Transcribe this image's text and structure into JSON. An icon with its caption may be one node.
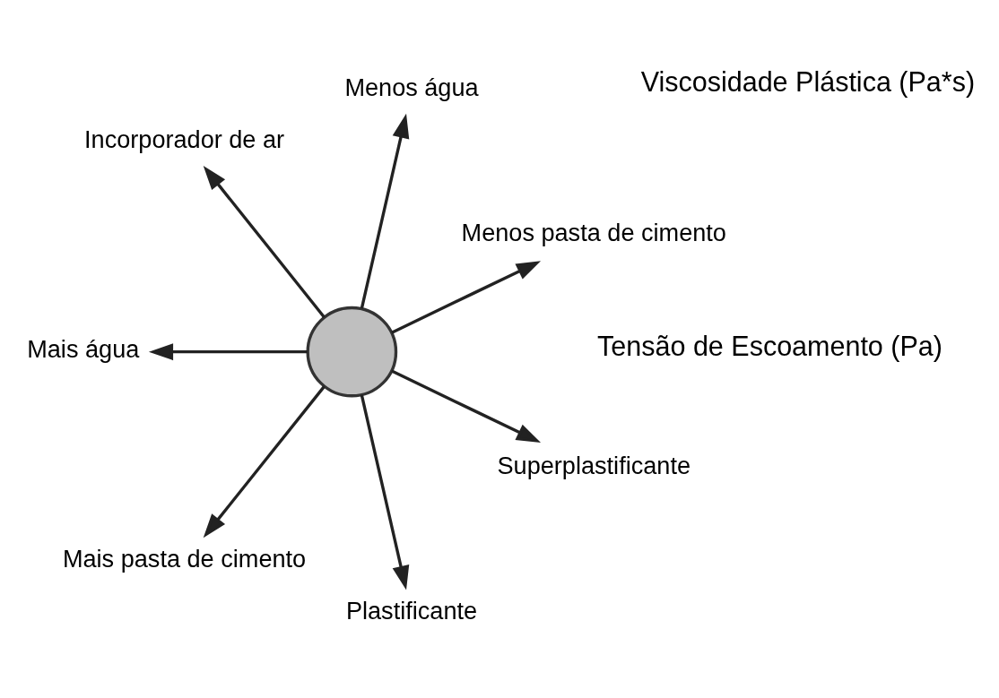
{
  "diagram": {
    "nodes": [
      {
        "text": [],
        "shape": "circle"
      },
      {
        "text": [
          "Menos pasta de cimento"
        ]
      },
      {
        "text": [
          "Menos água"
        ]
      },
      {
        "text": [
          "Incorporador de ar"
        ]
      },
      {
        "text": [
          "Mais água"
        ]
      },
      {
        "text": [
          "Mais pasta de cimento"
        ]
      },
      {
        "text": [
          "Plastificante"
        ]
      },
      {
        "text": [
          "Superplastificante"
        ]
      }
    ],
    "edges": [
      {
        "from": 0,
        "to": 1,
        "arrow": "to"
      },
      {
        "from": 0,
        "to": 2,
        "arrow": "to"
      },
      {
        "from": 0,
        "to": 3,
        "arrow": "to"
      },
      {
        "from": 0,
        "to": 4,
        "arrow": "to"
      },
      {
        "from": 0,
        "to": 5,
        "arrow": "to"
      },
      {
        "from": 0,
        "to": 6,
        "arrow": "to"
      },
      {
        "from": 0,
        "to": 7,
        "arrow": "to"
      }
    ],
    "labels": [
      "Tensão de Escoamento (Pa)",
      "Viscosidade Plástica (Pa*s)"
    ]
  }
}
